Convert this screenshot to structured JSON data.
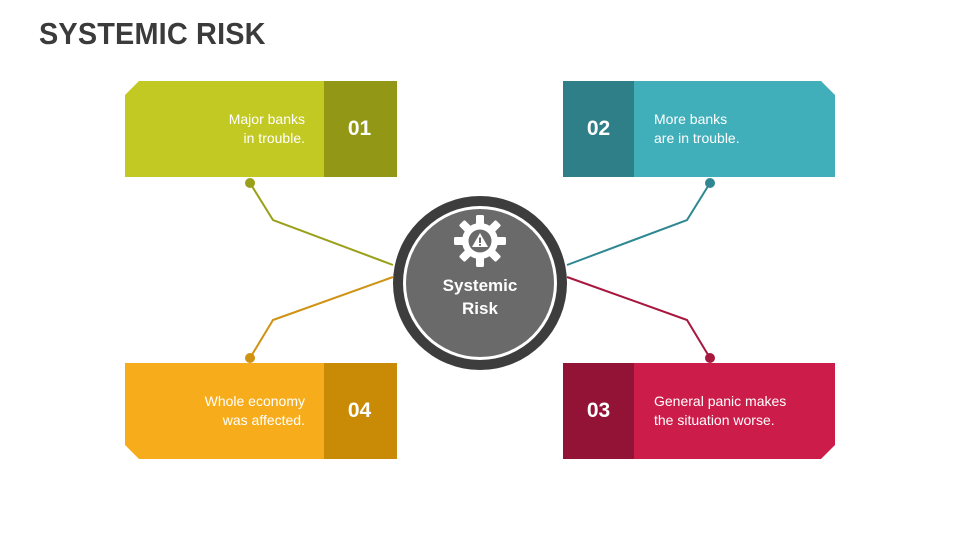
{
  "title": "SYSTEMIC RISK",
  "center": {
    "line1": "Systemic",
    "line2": "Risk",
    "icon": "gear-warning-icon"
  },
  "items": [
    {
      "number": "01",
      "line1": "Major banks",
      "line2": "in trouble.",
      "color": "#c2c923",
      "dark": "#929715"
    },
    {
      "number": "02",
      "line1": "More banks",
      "line2": "are in trouble.",
      "color": "#41afb9",
      "dark": "#2f7f88"
    },
    {
      "number": "03",
      "line1": "General panic makes",
      "line2": "the situation worse.",
      "color": "#cc1c4a",
      "dark": "#921336"
    },
    {
      "number": "04",
      "line1": "Whole economy",
      "line2": "was affected.",
      "color": "#f7ad1b",
      "dark": "#c98a06"
    }
  ]
}
